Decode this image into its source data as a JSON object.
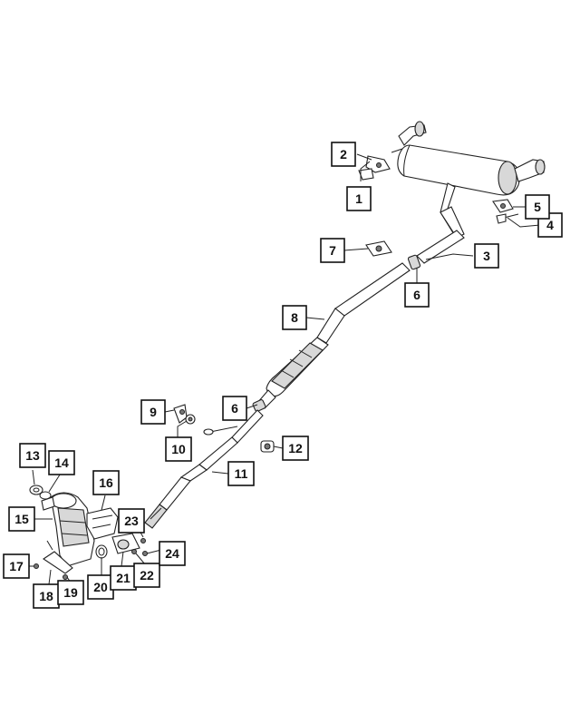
{
  "diagram": {
    "callouts": [
      {
        "id": "callout-1",
        "label": "1"
      },
      {
        "id": "callout-2",
        "label": "2"
      },
      {
        "id": "callout-3",
        "label": "3"
      },
      {
        "id": "callout-4",
        "label": "4"
      },
      {
        "id": "callout-5",
        "label": "5"
      },
      {
        "id": "callout-6a",
        "label": "6"
      },
      {
        "id": "callout-6b",
        "label": "6"
      },
      {
        "id": "callout-7",
        "label": "7"
      },
      {
        "id": "callout-8",
        "label": "8"
      },
      {
        "id": "callout-9",
        "label": "9"
      },
      {
        "id": "callout-10",
        "label": "10"
      },
      {
        "id": "callout-11",
        "label": "11"
      },
      {
        "id": "callout-12",
        "label": "12"
      },
      {
        "id": "callout-13",
        "label": "13"
      },
      {
        "id": "callout-14",
        "label": "14"
      },
      {
        "id": "callout-15",
        "label": "15"
      },
      {
        "id": "callout-16",
        "label": "16"
      },
      {
        "id": "callout-17",
        "label": "17"
      },
      {
        "id": "callout-18",
        "label": "18"
      },
      {
        "id": "callout-19",
        "label": "19"
      },
      {
        "id": "callout-20",
        "label": "20"
      },
      {
        "id": "callout-21",
        "label": "21"
      },
      {
        "id": "callout-22",
        "label": "22"
      },
      {
        "id": "callout-23",
        "label": "23"
      },
      {
        "id": "callout-24",
        "label": "24"
      }
    ]
  },
  "colors": {
    "line": "#222222",
    "box_border": "#111111",
    "shade": "#d8d8d8",
    "background": "#ffffff"
  }
}
